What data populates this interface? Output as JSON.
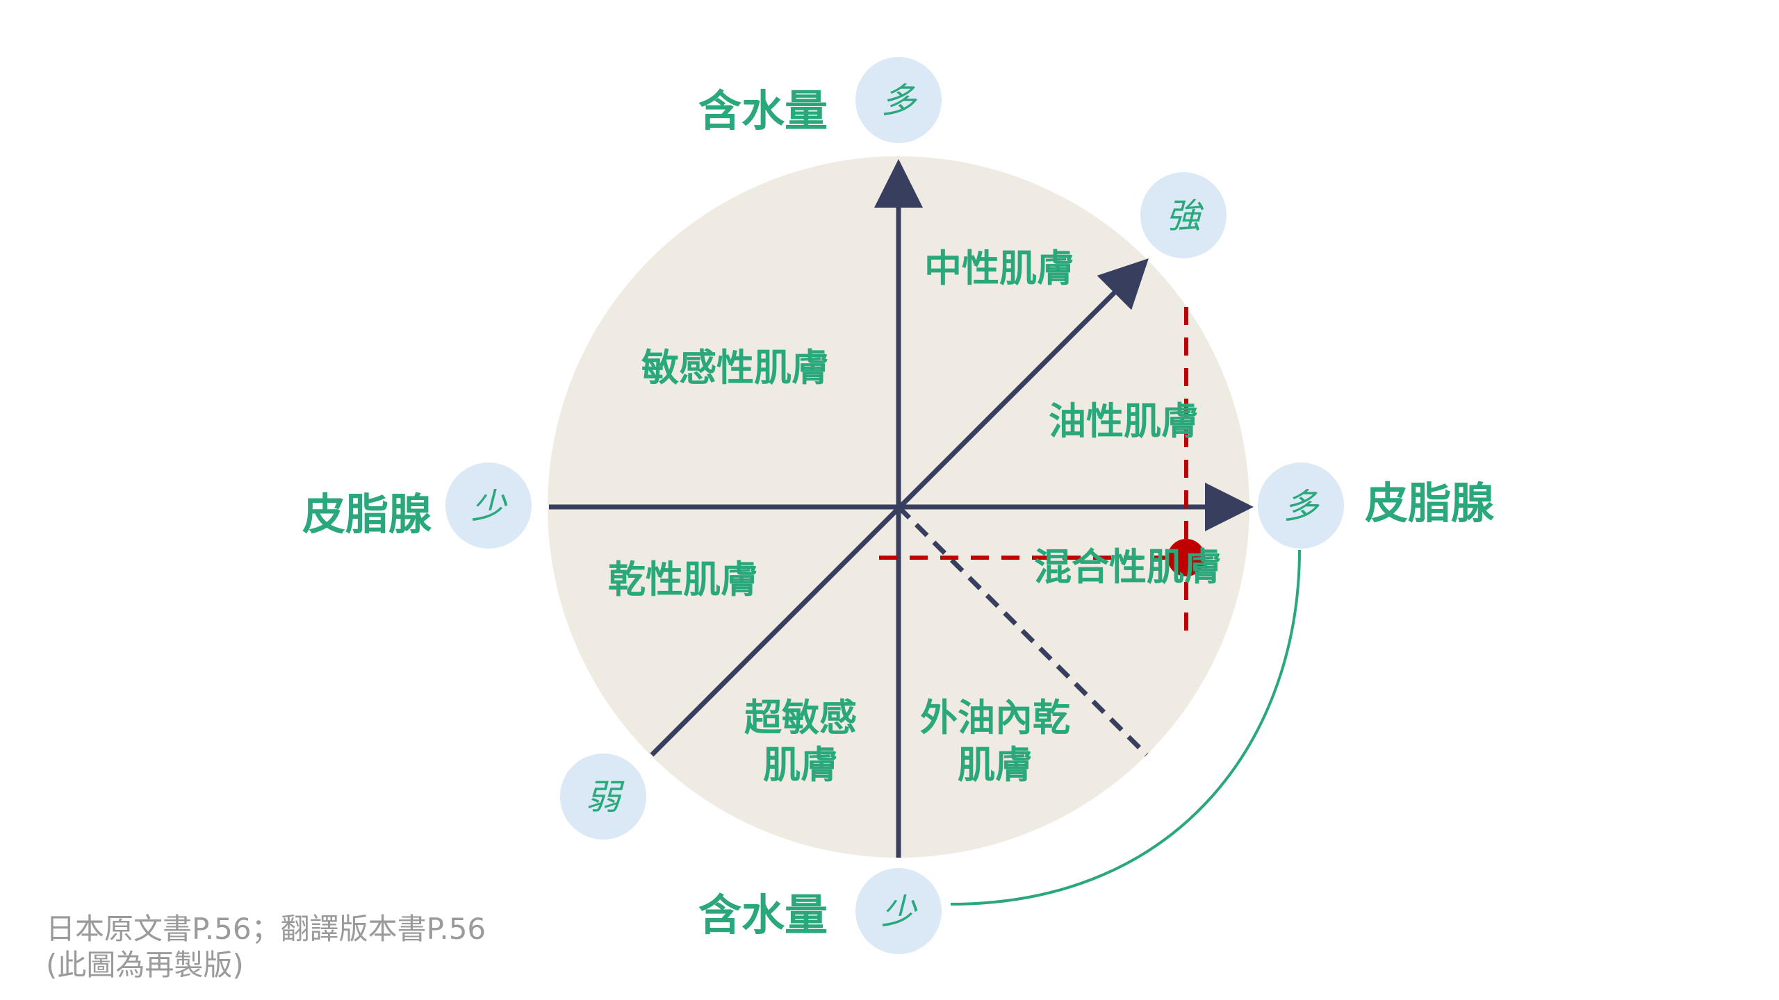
{
  "axes": {
    "top": "含水量",
    "bottom": "含水量",
    "left": "皮脂腺",
    "right": "皮脂腺"
  },
  "badges": {
    "top": "多",
    "bottom": "少",
    "left": "少",
    "right": "多",
    "diagonal_upper": "強",
    "diagonal_lower": "弱"
  },
  "regions": {
    "neutral": "中性肌膚",
    "sensitive": "敏感性肌膚",
    "oily": "油性肌膚",
    "dry": "乾性肌膚",
    "combination": "混合性肌膚",
    "super_sensitive_line1": "超敏感",
    "super_sensitive_line2": "肌膚",
    "oily_outside_dry_inside_line1": "外油內乾",
    "oily_outside_dry_inside_line2": "肌膚"
  },
  "footnote": {
    "line1": "日本原文書P.56；翻譯版本書P.56",
    "line2": "(此圖為再製版)"
  },
  "colors": {
    "circle_fill": "#f0ebe2",
    "axis": "#373e5e",
    "accent_green": "#2aa87b",
    "marker_red": "#c00000",
    "badge_fill": "#dbe8f5"
  }
}
